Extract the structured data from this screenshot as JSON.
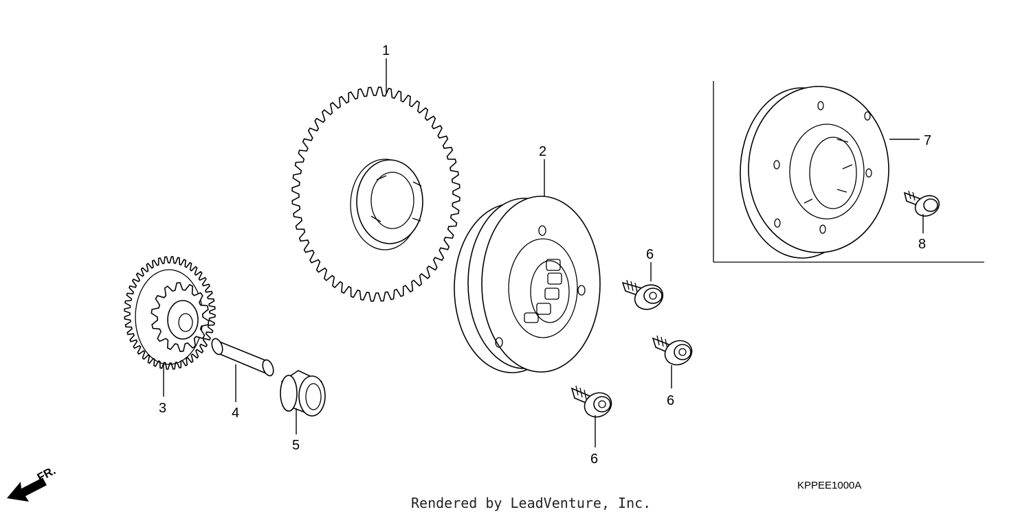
{
  "callouts": {
    "c1": "1",
    "c2": "2",
    "c3": "3",
    "c4": "4",
    "c5": "5",
    "c6a": "6",
    "c6b": "6",
    "c6c": "6",
    "c7": "7",
    "c8": "8"
  },
  "diagram_code": "KPPEE1000A",
  "credit": "Rendered by LeadVenture, Inc.",
  "front_indicator": "FR."
}
